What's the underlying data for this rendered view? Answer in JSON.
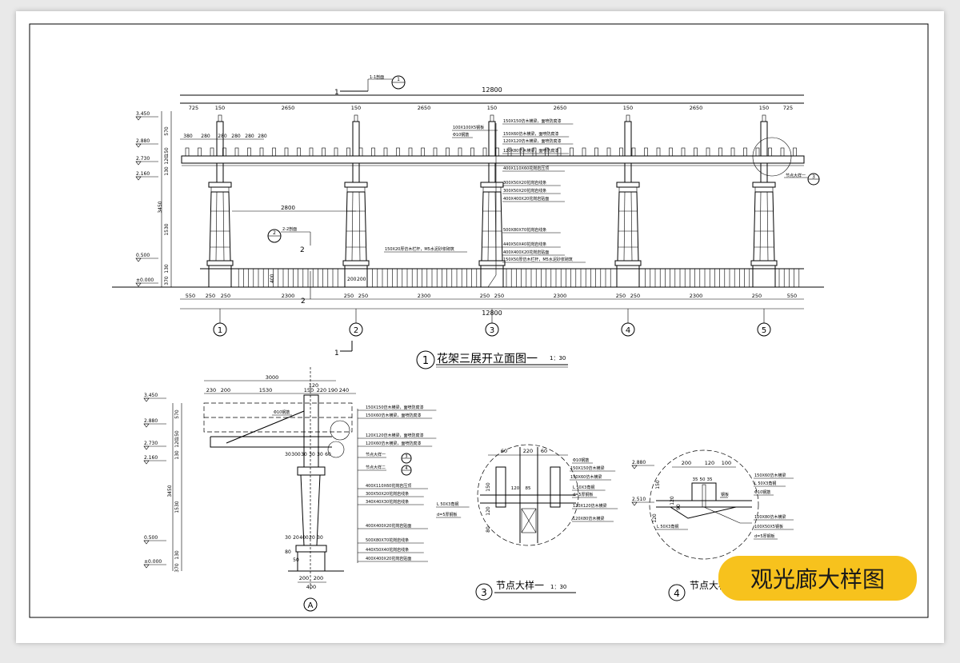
{
  "badge_text": "观光廊大样图",
  "elevation": {
    "title": "花架三展开立面图一",
    "title_num": "1",
    "scale": "1：30",
    "overall_dim": "12800",
    "top_dims": [
      "725",
      "150",
      "2650",
      "150",
      "2650",
      "150",
      "2650",
      "150",
      "2650",
      "150",
      "725"
    ],
    "bottom_dims": [
      "550",
      "250",
      "250",
      "2300",
      "250",
      "250",
      "2300",
      "250",
      "250",
      "2300",
      "250",
      "250",
      "2300",
      "250",
      "550"
    ],
    "rafter_dims": [
      "380",
      "280",
      "280",
      "280",
      "280",
      "280"
    ],
    "axis_labels": [
      "1",
      "2",
      "3",
      "4",
      "5"
    ],
    "level_labels": [
      "3.450",
      "2.880",
      "2.730",
      "2.160",
      "0.500",
      "±0.000"
    ],
    "side_dims": [
      "570",
      "150",
      "120",
      "130",
      "3450",
      "1530",
      "130",
      "370"
    ],
    "section_mark": "1",
    "section_note": "1-1剖面",
    "section_ref": "2",
    "section2_note": "2-2剖面",
    "dim_2800": "2800",
    "dim_200": "200",
    "dim_400": "400",
    "node_note": "节点大样一",
    "node_num": "3",
    "callouts": [
      "100X100X5钢板",
      "Φ10钢筋",
      "150X150仿木横梁，面喷防腐漆",
      "150X60仿木横梁，面喷防腐漆",
      "120X120仿木横梁，面喷防腐漆",
      "120X80仿木横梁，面喷防腐漆",
      "400X110X60花岗岩压顶",
      "300X50X20花岗岩线条",
      "300X50X20花岗岩线条",
      "400X400X20花岗岩贴面",
      "500X80X70花岗岩线条",
      "440X50X40花岗岩线条",
      "400X400X20花岗岩贴面",
      "150X50厚仿木栏杆，M5水泥砂浆砌筑",
      "150X20厚仿木栏杆，M5水泥砂浆砌筑"
    ]
  },
  "section": {
    "axis": "A",
    "top_dims": [
      "3000",
      "120",
      "230",
      "200",
      "1530",
      "150",
      "220",
      "190",
      "240"
    ],
    "level_labels": [
      "3.450",
      "2.880",
      "2.730",
      "2.160",
      "0.500",
      "±0.000"
    ],
    "side_dims": [
      "570",
      "150",
      "120",
      "130",
      "3450",
      "1530",
      "130",
      "370"
    ],
    "mid_dims": [
      "30",
      "300",
      "30",
      "30",
      "30",
      "60"
    ],
    "low_dims": [
      "30",
      "20",
      "400",
      "20",
      "30",
      "80",
      "50"
    ],
    "base_dims": [
      "200",
      "200",
      "400"
    ],
    "callouts": [
      "150X150仿木横梁，面喷防腐漆",
      "150X60仿木横梁，面喷防腐漆",
      "Φ10钢筋",
      "120X120仿木横梁，面喷防腐漆",
      "120X60仿木横梁，面喷防腐漆",
      "节点大样一",
      "节点大样二",
      "400X110X60花岗岩压顶",
      "300X50X20花岗岩线条",
      "340X40X30花岗岩线条",
      "400X400X20花岗岩贴面",
      "500X80X70花岗岩线条",
      "440X50X40花岗岩线条",
      "400X400X20花岗岩贴面"
    ],
    "node_nums": [
      "3",
      "4"
    ]
  },
  "detail3": {
    "title": "节点大样一",
    "num": "3",
    "scale": "1：30",
    "top_dims": [
      "60",
      "220",
      "60"
    ],
    "side_dims": [
      "150",
      "120",
      "80"
    ],
    "inner_dims": [
      "120",
      "85"
    ],
    "callouts": [
      "Φ10钢筋",
      "150X150仿木横梁",
      "150X60仿木横梁",
      "L 50X3角钢",
      "d=5厚钢板",
      "120X120仿木横梁",
      "120X80仿木横梁",
      "L 50X3角钢",
      "d=5厚钢板"
    ]
  },
  "detail4": {
    "title": "节点大样二",
    "num": "4",
    "level_labels": [
      "2.880",
      "2.510"
    ],
    "top_dims": [
      "200",
      "120",
      "100"
    ],
    "inner_dims": [
      "35",
      "50",
      "35"
    ],
    "side_dims": [
      "150",
      "120",
      "90",
      "120"
    ],
    "callouts": [
      "150X60仿木横梁",
      "L 50X3角钢",
      "Φ10钢筋",
      "120X80仿木横梁",
      "100X50X5钢板",
      "d=5厚钢板",
      "L 50X3角钢",
      "钢板"
    ]
  }
}
